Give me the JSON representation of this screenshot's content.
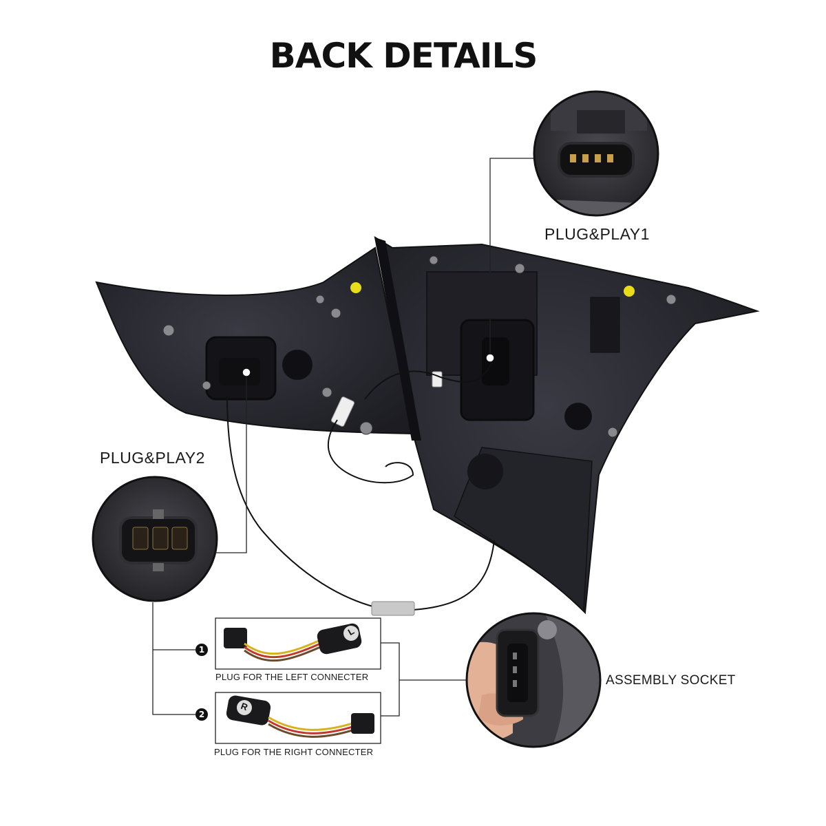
{
  "title": "BACK DETAILS",
  "callouts": {
    "plug_play_1": "PLUG&PLAY1",
    "plug_play_2": "PLUG&PLAY2",
    "assembly_socket": "ASSEMBLY SOCKET"
  },
  "adapters": [
    {
      "number": "1",
      "caption": "PLUG FOR THE LEFT CONNECTER",
      "tag": "L"
    },
    {
      "number": "2",
      "caption": "PLUG FOR THE RIGHT CONNECTER",
      "tag": "R"
    }
  ],
  "colors": {
    "housing": "#2b2b33",
    "housing_dark": "#17171c",
    "wire_yellow": "#d8b21c",
    "wire_red": "#c0392b",
    "wire_brown": "#6b4a2a",
    "skin": "#e8b99a",
    "line": "#222222"
  }
}
